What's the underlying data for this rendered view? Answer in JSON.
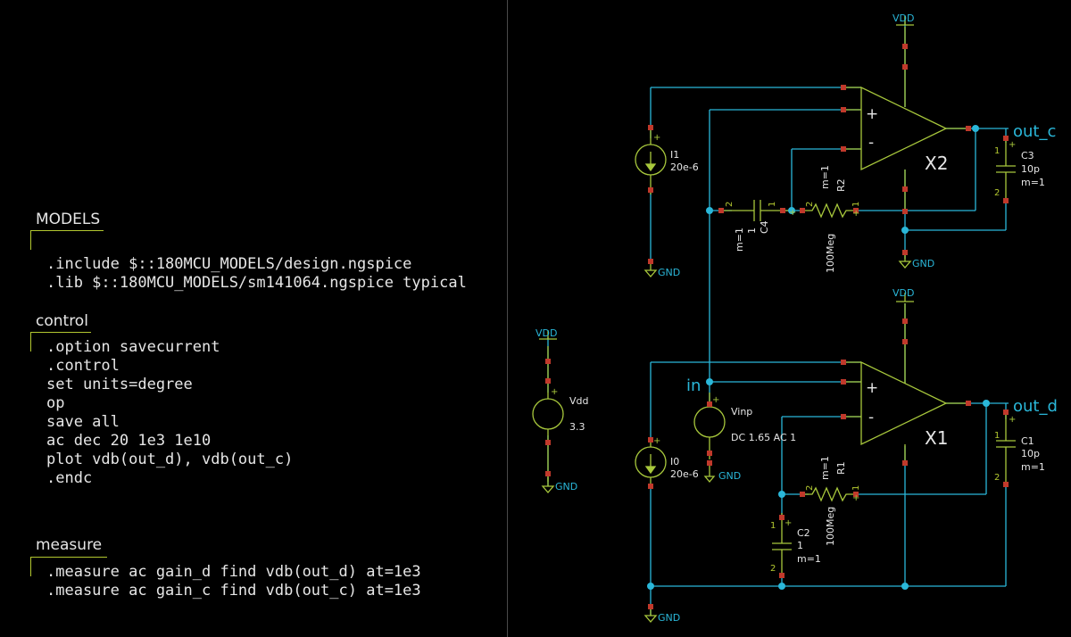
{
  "colors": {
    "background": "#000000",
    "wire": "#2ab7d9",
    "component": "#a8c83c",
    "pin": "#c0392b",
    "text": "#e6e6e6",
    "net_label": "#2ab7d9",
    "divider": "#4a4a4a"
  },
  "code_blocks": [
    {
      "title": "MODELS",
      "lines": [
        ".include $::180MCU_MODELS/design.ngspice",
        ".lib $::180MCU_MODELS/sm141064.ngspice typical"
      ]
    },
    {
      "title": "control",
      "lines": [
        ".option savecurrent",
        ".control",
        "set units=degree",
        "op",
        "save all",
        "ac dec 20 1e3 1e10",
        "plot vdb(out_d), vdb(out_c)",
        ".endc"
      ]
    },
    {
      "title": "measure",
      "lines": [
        ".measure ac gain_d find vdb(out_d) at=1e3",
        ".measure ac gain_c find vdb(out_c) at=1e3"
      ]
    }
  ],
  "schematic": {
    "power_labels": {
      "vdd": "VDD",
      "vdd_src": "VDD",
      "gnd": "GND"
    },
    "opamps": {
      "x2": "X2",
      "x1": "X1",
      "plus": "+",
      "minus": "-"
    },
    "sources": {
      "i1": {
        "name": "I1",
        "value": "20e-6"
      },
      "i0": {
        "name": "I0",
        "value": "20e-6"
      },
      "vdd": {
        "name": "Vdd",
        "value": "3.3"
      },
      "vinp": {
        "name": "Vinp",
        "value": "DC 1.65 AC 1"
      }
    },
    "capacitors": {
      "c3": {
        "name": "C3",
        "value": "10p",
        "m": "m=1",
        "pin1": "1",
        "pin2": "2"
      },
      "c1": {
        "name": "C1",
        "value": "10p",
        "m": "m=1",
        "pin1": "1",
        "pin2": "2"
      },
      "c2": {
        "name": "C2",
        "value": "1",
        "m": "m=1",
        "pin1": "1",
        "pin2": "2"
      },
      "c4": {
        "name": "C4",
        "value": "1",
        "m": "m=1",
        "pin1": "1",
        "pin2": "2"
      }
    },
    "resistors": {
      "r2": {
        "name": "R2",
        "value": "100Meg",
        "m": "m=1",
        "pin1": "1",
        "pin2": "2"
      },
      "r1": {
        "name": "R1",
        "value": "100Meg",
        "m": "m=1",
        "pin1": "1",
        "pin2": "2"
      }
    },
    "net_labels": {
      "out_c": "out_c",
      "out_d": "out_d",
      "in": "in"
    },
    "symbols": {
      "plus": "+"
    }
  }
}
